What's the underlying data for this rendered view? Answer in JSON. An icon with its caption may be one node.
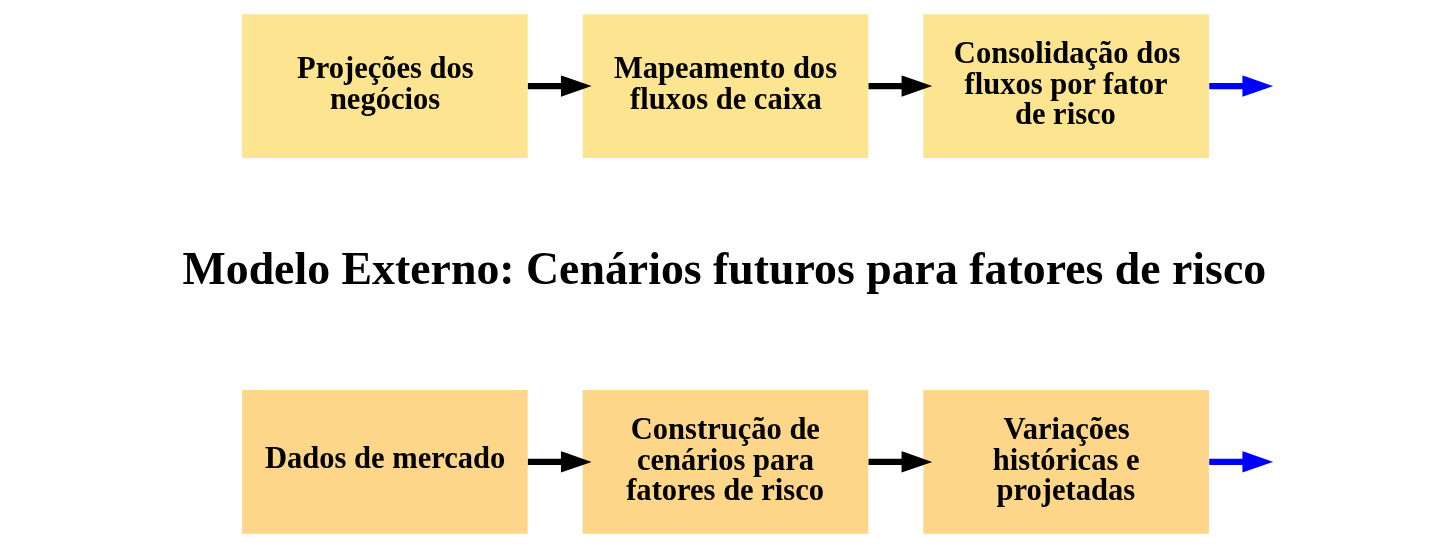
{
  "diagram": {
    "nodes": [
      {
        "text": [
          "Projeções dos negócios"
        ]
      },
      {
        "text": [
          "Mapeamento dos fluxos de caixa"
        ]
      },
      {
        "text": [
          "Consolidação dos fluxos por fator de risco"
        ]
      },
      {
        "text": [
          "Dados de mercado"
        ]
      },
      {
        "text": [
          "Construção de cenários para fatores de risco"
        ]
      },
      {
        "text": [
          "Variações históricas e projetadas"
        ]
      }
    ],
    "edges": [
      {
        "from": 0,
        "to": 1,
        "arrow": "to"
      },
      {
        "from": 1,
        "to": 2,
        "arrow": "to"
      },
      {
        "from": 3,
        "to": 4,
        "arrow": "to"
      },
      {
        "from": 4,
        "to": 5,
        "arrow": "to"
      },
      {
        "from": 2,
        "to": null,
        "arrow": "to",
        "color": "#0000ff"
      },
      {
        "from": 5,
        "to": null,
        "arrow": "to",
        "color": "#0000ff"
      }
    ],
    "labels": [
      "Modelo Externo: Cenários futuros para fatores de risco"
    ]
  }
}
